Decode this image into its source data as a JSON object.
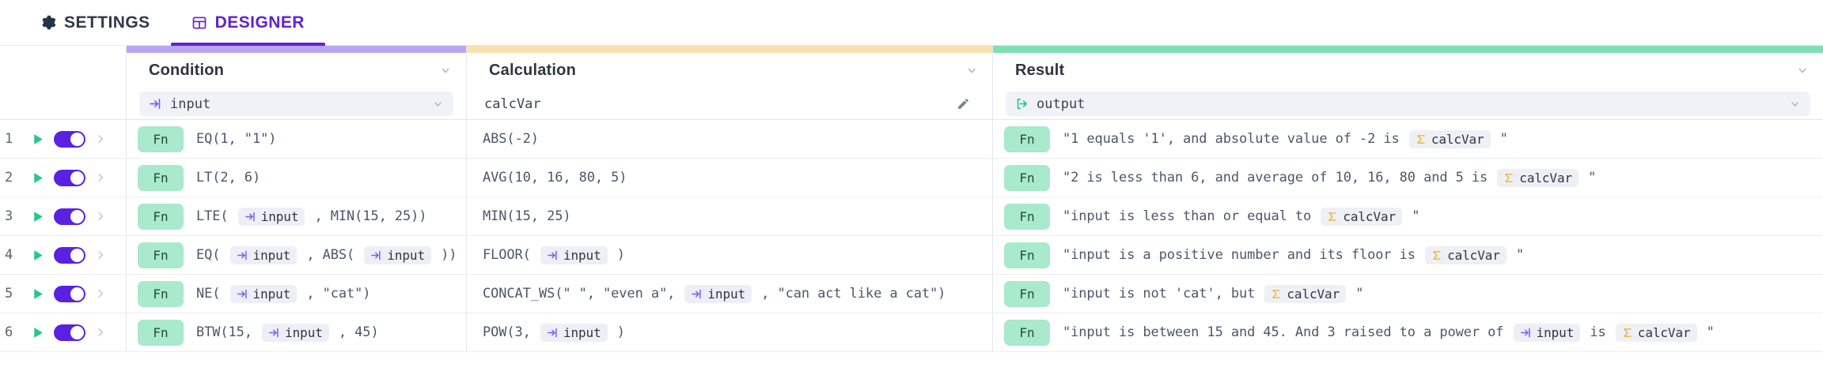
{
  "tabs": [
    {
      "label": "SETTINGS",
      "icon": "gear-icon",
      "active": false
    },
    {
      "label": "DESIGNER",
      "icon": "table-icon",
      "active": true
    }
  ],
  "colors": {
    "accent_purple": "#6023d1",
    "band_condition": "#b9a6f0",
    "band_calculation": "#fae1ae",
    "band_result": "#7fdfb5",
    "toggle_on": "#5b21e0",
    "fn_chip": "#a9e9cc",
    "play": "#25c88a",
    "input_var": "#7b5cf0",
    "output_var": "#25c88a",
    "calc_var": "#e8b021"
  },
  "columns": [
    {
      "title": "Condition",
      "band": "purple",
      "variable": "input",
      "var_icon": "input-arrow-icon",
      "has_chevron": true,
      "has_pencil": false,
      "var_boxed": true
    },
    {
      "title": "Calculation",
      "band": "amber",
      "variable": "calcVar",
      "var_icon": "none",
      "has_chevron": true,
      "has_pencil": true,
      "var_boxed": false
    },
    {
      "title": "Result",
      "band": "green",
      "variable": "output",
      "var_icon": "output-arrow-icon",
      "has_chevron": true,
      "has_pencil": false,
      "var_boxed": true
    }
  ],
  "rows": [
    {
      "num": "1",
      "enabled": true,
      "condition_fn": "Fn",
      "condition": [
        {
          "t": "text",
          "v": "EQ(1, \"1\")"
        }
      ],
      "calculation": [
        {
          "t": "text",
          "v": "ABS(-2)"
        }
      ],
      "result_fn": "Fn",
      "result": [
        {
          "t": "text",
          "v": "\"1 equals '1', and absolute value of -2 is "
        },
        {
          "t": "calcvar",
          "v": "calcVar"
        },
        {
          "t": "text",
          "v": " \""
        }
      ]
    },
    {
      "num": "2",
      "enabled": true,
      "condition_fn": "Fn",
      "condition": [
        {
          "t": "text",
          "v": "LT(2, 6)"
        }
      ],
      "calculation": [
        {
          "t": "text",
          "v": "AVG(10, 16, 80, 5)"
        }
      ],
      "result_fn": "Fn",
      "result": [
        {
          "t": "text",
          "v": "\"2 is less than 6, and average of 10, 16, 80 and 5 is "
        },
        {
          "t": "calcvar",
          "v": "calcVar"
        },
        {
          "t": "text",
          "v": " \""
        }
      ]
    },
    {
      "num": "3",
      "enabled": true,
      "condition_fn": "Fn",
      "condition": [
        {
          "t": "text",
          "v": "LTE( "
        },
        {
          "t": "inputvar",
          "v": "input"
        },
        {
          "t": "text",
          "v": " , MIN(15, 25))"
        }
      ],
      "calculation": [
        {
          "t": "text",
          "v": "MIN(15, 25)"
        }
      ],
      "result_fn": "Fn",
      "result": [
        {
          "t": "text",
          "v": "\"input is less than or equal to "
        },
        {
          "t": "calcvar",
          "v": "calcVar"
        },
        {
          "t": "text",
          "v": " \""
        }
      ]
    },
    {
      "num": "4",
      "enabled": true,
      "condition_fn": "Fn",
      "condition": [
        {
          "t": "text",
          "v": "EQ( "
        },
        {
          "t": "inputvar",
          "v": "input"
        },
        {
          "t": "text",
          "v": " , ABS( "
        },
        {
          "t": "inputvar",
          "v": "input"
        },
        {
          "t": "text",
          "v": " ))"
        }
      ],
      "calculation": [
        {
          "t": "text",
          "v": "FLOOR( "
        },
        {
          "t": "inputvar",
          "v": "input"
        },
        {
          "t": "text",
          "v": " )"
        }
      ],
      "result_fn": "Fn",
      "result": [
        {
          "t": "text",
          "v": "\"input is a positive number and its floor is "
        },
        {
          "t": "calcvar",
          "v": "calcVar"
        },
        {
          "t": "text",
          "v": " \""
        }
      ]
    },
    {
      "num": "5",
      "enabled": true,
      "condition_fn": "Fn",
      "condition": [
        {
          "t": "text",
          "v": "NE( "
        },
        {
          "t": "inputvar",
          "v": "input"
        },
        {
          "t": "text",
          "v": " , \"cat\")"
        }
      ],
      "calculation": [
        {
          "t": "text",
          "v": "CONCAT_WS(\" \", \"even a\", "
        },
        {
          "t": "inputvar",
          "v": "input"
        },
        {
          "t": "text",
          "v": " , \"can act like a cat\")"
        }
      ],
      "result_fn": "Fn",
      "result": [
        {
          "t": "text",
          "v": "\"input is not 'cat', but "
        },
        {
          "t": "calcvar",
          "v": "calcVar"
        },
        {
          "t": "text",
          "v": " \""
        }
      ]
    },
    {
      "num": "6",
      "enabled": true,
      "condition_fn": "Fn",
      "condition": [
        {
          "t": "text",
          "v": "BTW(15, "
        },
        {
          "t": "inputvar",
          "v": "input"
        },
        {
          "t": "text",
          "v": " , 45)"
        }
      ],
      "calculation": [
        {
          "t": "text",
          "v": "POW(3, "
        },
        {
          "t": "inputvar",
          "v": "input"
        },
        {
          "t": "text",
          "v": " )"
        }
      ],
      "result_fn": "Fn",
      "result": [
        {
          "t": "text",
          "v": "\"input is between 15 and 45. And 3 raised to a power of "
        },
        {
          "t": "inputvar",
          "v": "input"
        },
        {
          "t": "text",
          "v": " is "
        },
        {
          "t": "calcvar",
          "v": "calcVar"
        },
        {
          "t": "text",
          "v": " \""
        }
      ]
    }
  ]
}
